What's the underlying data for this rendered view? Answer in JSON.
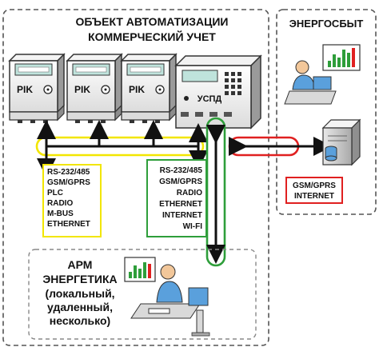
{
  "automation": {
    "title_line1": "ОБЪЕКТ АВТОМАТИЗАЦИИ",
    "title_line2": "КОММЕРЧЕСКИЙ УЧЕТ"
  },
  "meters": [
    {
      "label": "PIK"
    },
    {
      "label": "PIK"
    },
    {
      "label": "PIK"
    }
  ],
  "uspd": {
    "label": "УСПД"
  },
  "meter_interfaces": [
    "RS-232/485",
    "GSM/GPRS",
    "PLC",
    "RADIO",
    "M-BUS",
    "ETHERNET"
  ],
  "uspd_interfaces": [
    "RS-232/485",
    "GSM/GPRS",
    "RADIO",
    "ETHERNET",
    "INTERNET",
    "WI-FI"
  ],
  "energosbyt": {
    "title": "ЭНЕРГОСБЫТ",
    "links": [
      "GSM/GPRS",
      "INTERNET"
    ]
  },
  "arm": {
    "line1": "АРМ",
    "line2": "ЭНЕРГЕТИКА",
    "line3": "(локальный,",
    "line4": "удаленный,",
    "line5": "несколько)"
  },
  "colors": {
    "meter_bus": "#f2e600",
    "uspd_link": "#2e9e3a",
    "energosbyt_link": "#e02020",
    "device_face": "#bfe3dc",
    "frame": "#555555"
  }
}
